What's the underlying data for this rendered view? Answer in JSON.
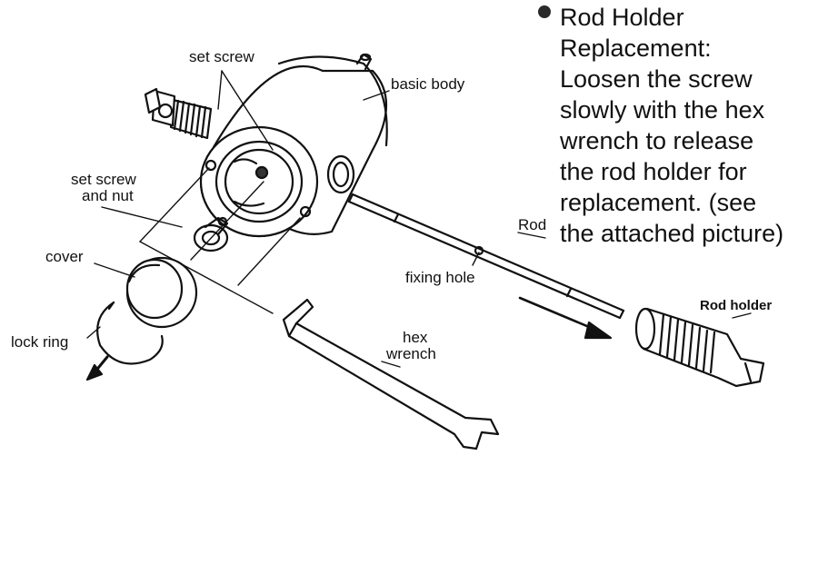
{
  "labels": {
    "set_screw_top": "set screw",
    "basic_body": "basic body",
    "set_screw_and_nut_1": "set screw",
    "set_screw_and_nut_2": "and nut",
    "cover": "cover",
    "lock_ring": "lock ring",
    "hex_wrench_1": "hex",
    "hex_wrench_2": "wrench",
    "rod": "Rod",
    "fixing_hole": "fixing hole",
    "rod_holder": "Rod holder"
  },
  "instructions": {
    "lines": [
      "Rod Holder",
      "Replacement:",
      "Loosen the screw",
      "slowly with the hex",
      "wrench to release",
      "the rod  holder for",
      "replacement. (see",
      "the attached picture)"
    ]
  },
  "colors": {
    "ink": "#111111",
    "paper": "#ffffff"
  }
}
